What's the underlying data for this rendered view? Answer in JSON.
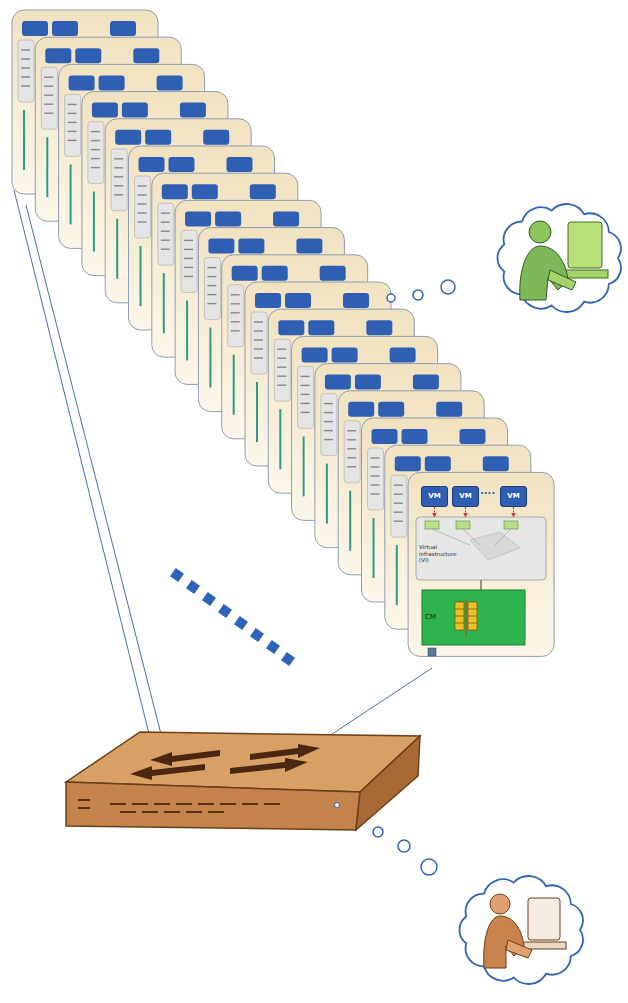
{
  "diagram": {
    "nodes": [
      {
        "text": [
          "VM"
        ]
      },
      {
        "text": [
          "VM"
        ]
      },
      {
        "text": [
          "VM"
        ]
      },
      {
        "text": [
          "Virtual infrastructure (VI)"
        ]
      },
      {
        "text": [
          "CM"
        ]
      }
    ],
    "edges": [
      {
        "from": 0,
        "to": 3,
        "arrow": "to"
      },
      {
        "from": 1,
        "to": 3,
        "arrow": "to"
      },
      {
        "from": 2,
        "to": 3,
        "arrow": "to"
      },
      {
        "from": 3,
        "to": 4,
        "arrow": "none"
      }
    ],
    "labels": [
      "...."
    ]
  }
}
